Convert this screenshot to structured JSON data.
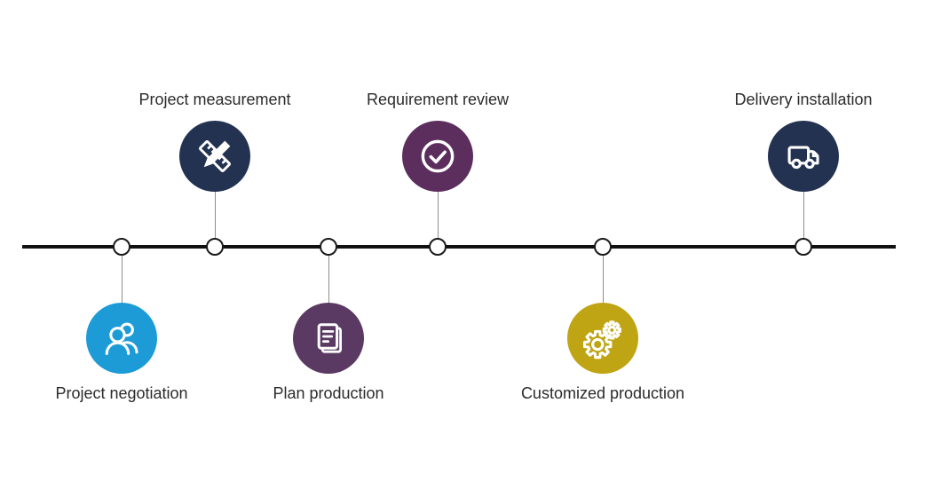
{
  "diagram": {
    "type": "process-timeline",
    "background": "#ffffff",
    "line_color": "#111111",
    "node_fill": "#ffffff",
    "node_border": "#1a1a1a",
    "connector_color": "#8d8d8d",
    "label_color": "#2b2b2b"
  },
  "steps": [
    {
      "label": "Project negotiation",
      "color": "#1d9bd7",
      "icon": "users-icon",
      "position": "below"
    },
    {
      "label": "Project measurement",
      "color": "#223250",
      "icon": "ruler-pencil-icon",
      "position": "above"
    },
    {
      "label": "Plan production",
      "color": "#5a3a63",
      "icon": "document-icon",
      "position": "below"
    },
    {
      "label": "Requirement review",
      "color": "#5c2e5e",
      "icon": "check-circle-icon",
      "position": "above"
    },
    {
      "label": "Customized production",
      "color": "#bfa413",
      "icon": "gears-icon",
      "position": "below"
    },
    {
      "label": "Delivery installation",
      "color": "#223250",
      "icon": "truck-icon",
      "position": "above"
    }
  ]
}
